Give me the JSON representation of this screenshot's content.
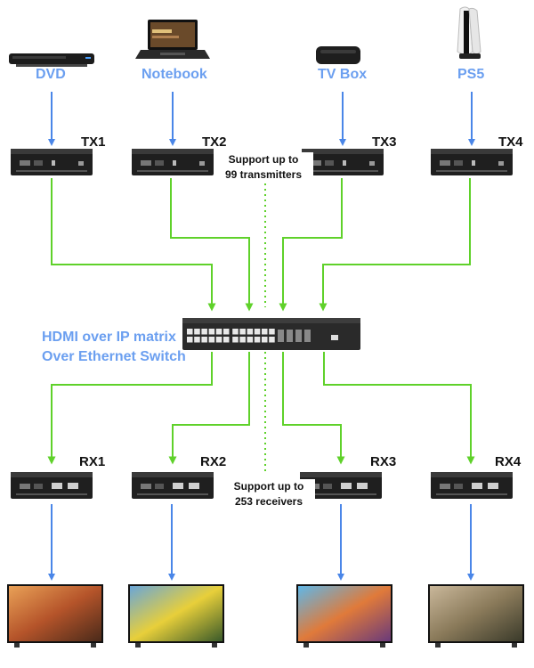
{
  "sources": [
    {
      "label": "DVD",
      "icon": "dvd-player-icon"
    },
    {
      "label": "Notebook",
      "icon": "laptop-icon"
    },
    {
      "label": "TV Box",
      "icon": "tv-box-icon"
    },
    {
      "label": "PS5",
      "icon": "game-console-icon"
    }
  ],
  "transmitters": [
    "TX1",
    "TX2",
    "TX3",
    "TX4"
  ],
  "receivers": [
    "RX1",
    "RX2",
    "RX3",
    "RX4"
  ],
  "notes": {
    "tx_line1": "Support up to",
    "tx_line2": "99 transmitters",
    "rx_line1": "Support up to",
    "rx_line2": "253 receivers"
  },
  "switch": {
    "line1": "HDMI over IP matrix",
    "line2": "Over Ethernet Switch"
  },
  "displays": [
    "tv-icon",
    "tv-icon",
    "tv-icon",
    "tv-icon"
  ],
  "colors": {
    "accent_text": "#6b9ff0",
    "hdmi_arrow": "#4a86e8",
    "network_line": "#5fd12a"
  }
}
